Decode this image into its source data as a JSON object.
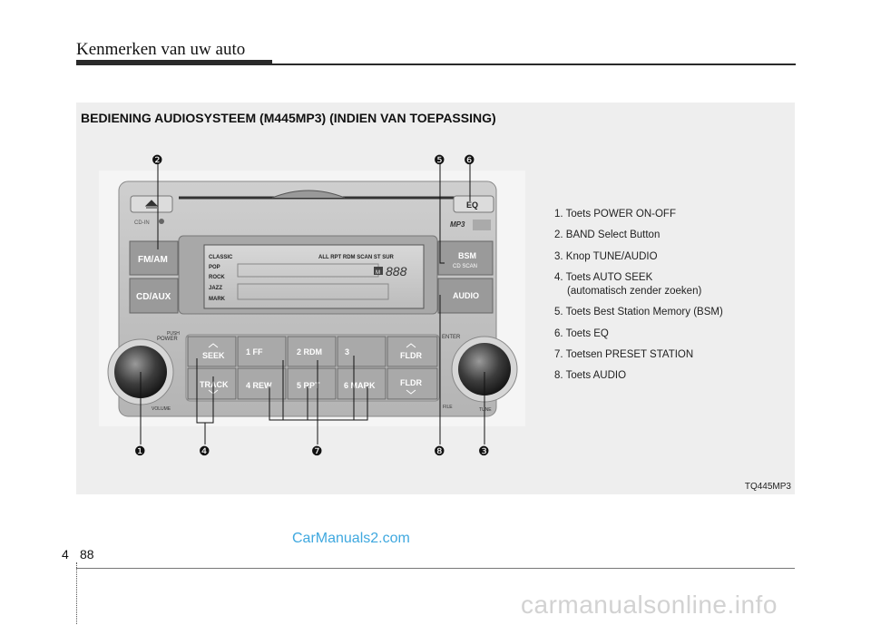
{
  "header": {
    "title": "Kenmerken van uw auto"
  },
  "section_title": "BEDIENING AUDIOSYSTEEM (M445MP3) (INDIEN VAN TOEPASSING)",
  "legend": [
    "1. Toets POWER ON-OFF",
    "2. BAND Select Button",
    "3. Knop TUNE/AUDIO",
    "4. Toets AUTO SEEK",
    "(automatisch zender zoeken)",
    "5. Toets Best Station Memory (BSM)",
    "6. Toets EQ",
    "7. Toetsen PRESET STATION",
    "8. Toets AUDIO"
  ],
  "figure_code": "TQ445MP3",
  "radio": {
    "cd_in": "CD-IN",
    "mp3": "MP3",
    "btn_fmam": "FM/AM",
    "btn_cdaux": "CD/AUX",
    "btn_eq": "EQ",
    "btn_bsm": "BSM",
    "btn_bsm_sub": "CD SCAN",
    "btn_audio": "AUDIO",
    "push": "PUSH",
    "power": "POWER",
    "volume": "VOLUME",
    "enter": "ENTER",
    "file": "FILE",
    "tune": "TUNE",
    "seek": "SEEK",
    "track": "TRACK",
    "p1": "1  FF",
    "p2": "2 RDM",
    "p3": "3",
    "p4": "4 REW",
    "p5": "5 RPT",
    "p6": "6 MARK",
    "fldr": "FLDR",
    "display": {
      "eq_modes": [
        "CLASSIC",
        "POP",
        "ROCK",
        "JAZZ",
        "MARK"
      ],
      "indicators": "ALL  RPT  RDM  SCAN  ST  SUR",
      "m_badge": "M",
      "digits": "888"
    }
  },
  "callouts": [
    "❶",
    "❷",
    "❸",
    "❹",
    "❺",
    "❻",
    "❼",
    "❽"
  ],
  "footer": {
    "chapter": "4",
    "page": "88"
  },
  "watermarks": {
    "blue": "CarManuals2.com",
    "grey": "carmanualsonline.info"
  }
}
